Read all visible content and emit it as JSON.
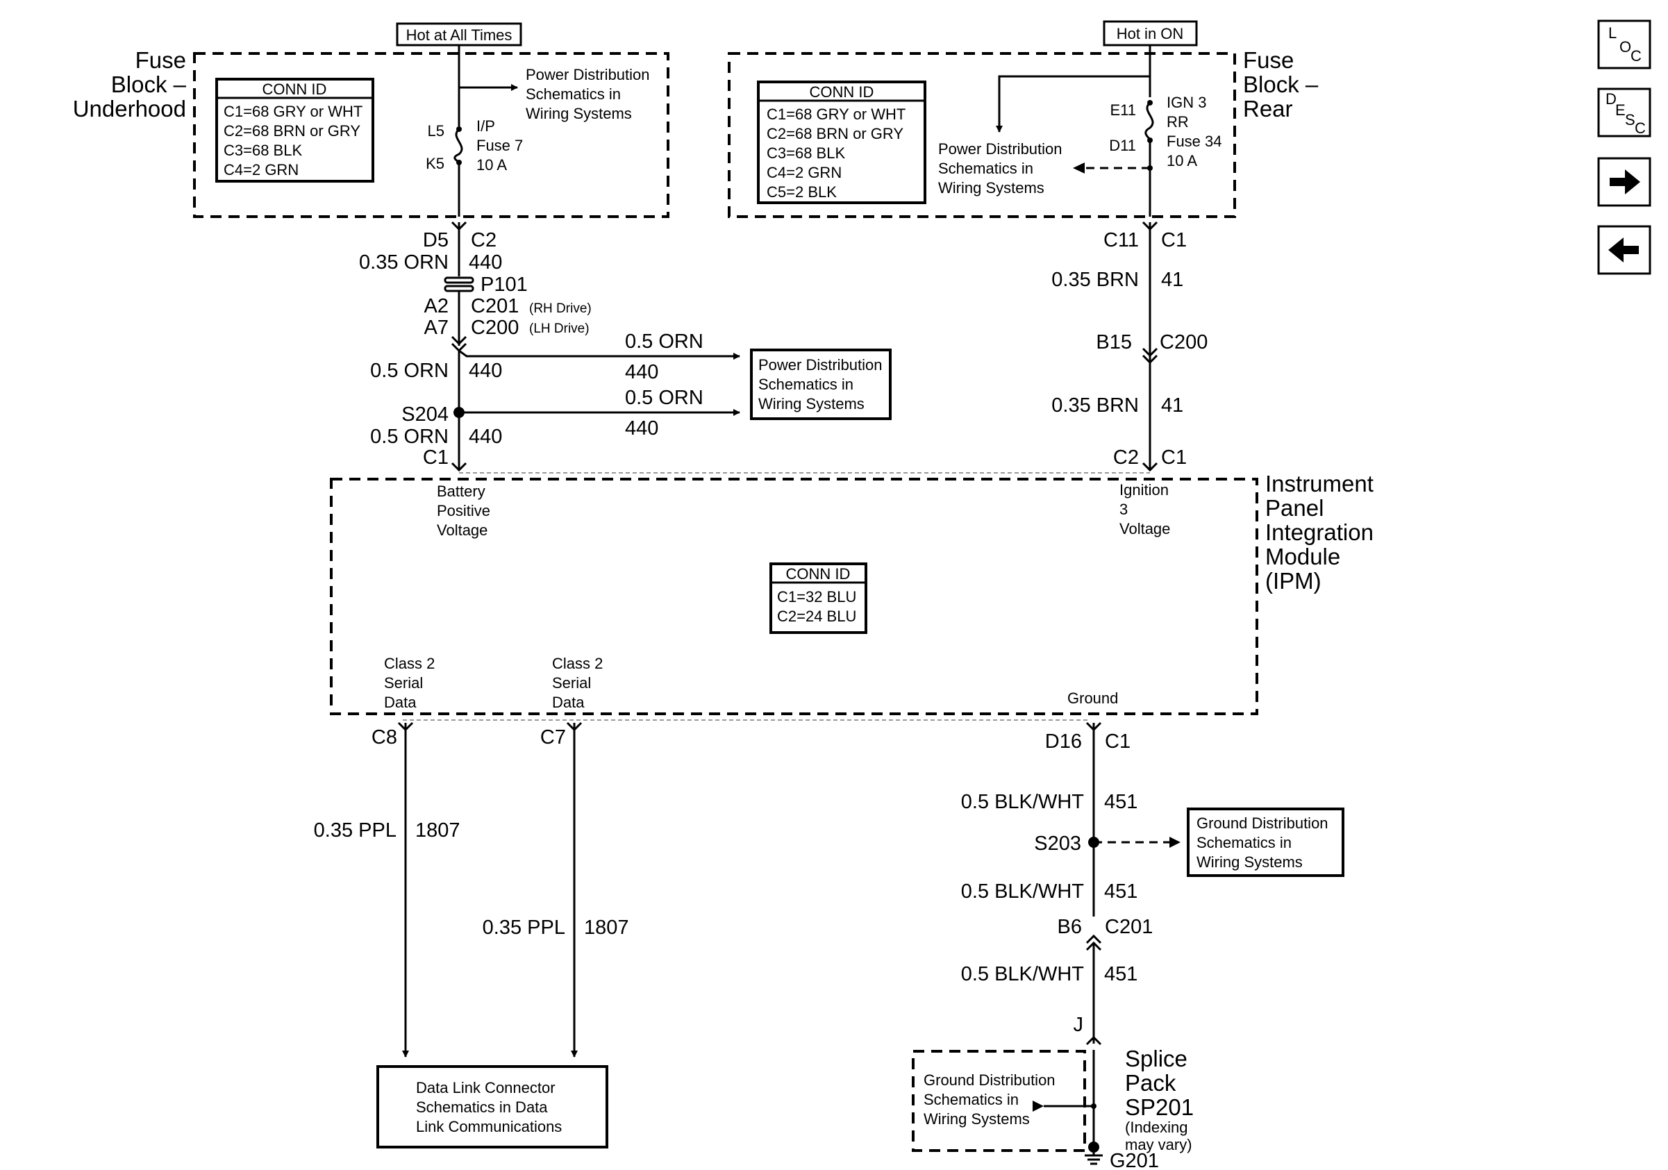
{
  "power": {
    "hot_all_times": "Hot at All Times",
    "hot_in_on": "Hot in ON"
  },
  "fuse_block_underhood": {
    "title_lines": [
      "Fuse",
      "Block –",
      "Underhood"
    ],
    "conn_id_title": "CONN ID",
    "conn_id_lines": [
      "C1=68 GRY or WHT",
      "C2=68 BRN or GRY",
      "C3=68 BLK",
      "C4=2 GRN"
    ],
    "pd_lines": [
      "Power Distribution",
      "Schematics in",
      "Wiring Systems"
    ],
    "pin_top": "L5",
    "pin_bottom": "K5",
    "fuse_lines": [
      "I/P",
      "Fuse 7",
      "10 A"
    ]
  },
  "fuse_block_rear": {
    "title_lines": [
      "Fuse",
      "Block –",
      "Rear"
    ],
    "conn_id_title": "CONN ID",
    "conn_id_lines": [
      "C1=68 GRY or WHT",
      "C2=68 BRN or GRY",
      "C3=68 BLK",
      "C4=2 GRN",
      "C5=2 BLK"
    ],
    "pd_lines": [
      "Power Distribution",
      "Schematics in",
      "Wiring Systems"
    ],
    "pin_top": "E11",
    "pin_bottom": "D11",
    "fuse_lines": [
      "IGN 3",
      "RR",
      "Fuse 34",
      "10 A"
    ]
  },
  "left_circuit": {
    "d5": "D5",
    "c2": "C2",
    "wire1": "0.35 ORN",
    "circuit1": "440",
    "p101": "P101",
    "a2": "A2",
    "c201": "C201",
    "rh": "(RH Drive)",
    "a7": "A7",
    "c200": "C200",
    "lh": "(LH Drive)",
    "branch1_wire": "0.5 ORN",
    "branch1_circuit": "440",
    "main_wire2": "0.5 ORN",
    "main_circuit2": "440",
    "s204": "S204",
    "branch2_wire": "0.5 ORN",
    "branch2_circuit": "440",
    "main_wire3": "0.5 ORN",
    "main_circuit3": "440",
    "c1": "C1",
    "pd_box_lines": [
      "Power Distribution",
      "Schematics in",
      "Wiring Systems"
    ]
  },
  "right_circuit": {
    "c11": "C11",
    "c1_top": "C1",
    "wire1": "0.35 BRN",
    "circuit1": "41",
    "b15": "B15",
    "c200": "C200",
    "wire2": "0.35 BRN",
    "circuit2": "41",
    "c2": "C2",
    "c1_bottom": "C1"
  },
  "ipm": {
    "title_lines": [
      "Instrument",
      "Panel",
      "Integration",
      "Module",
      "(IPM)"
    ],
    "batt_lines": [
      "Battery",
      "Positive",
      "Voltage"
    ],
    "ign_lines": [
      "Ignition",
      "3",
      "Voltage"
    ],
    "conn_id_title": "CONN ID",
    "conn_id_lines": [
      "C1=32 BLU",
      "C2=24 BLU"
    ],
    "class2_a_lines": [
      "Class 2",
      "Serial",
      "Data"
    ],
    "class2_b_lines": [
      "Class 2",
      "Serial",
      "Data"
    ],
    "ground": "Ground"
  },
  "data_circuits": {
    "c8": "C8",
    "c7": "C7",
    "wire_a": "0.35 PPL",
    "circuit_a": "1807",
    "wire_b": "0.35 PPL",
    "circuit_b": "1807",
    "dlc_lines": [
      "Data Link Connector",
      "Schematics in Data",
      "Link Communications"
    ]
  },
  "ground_circuit": {
    "d16": "D16",
    "c1": "C1",
    "wire1": "0.5 BLK/WHT",
    "circuit1": "451",
    "s203": "S203",
    "gd_box_lines": [
      "Ground Distribution",
      "Schematics in",
      "Wiring Systems"
    ],
    "wire2": "0.5 BLK/WHT",
    "circuit2": "451",
    "b6": "B6",
    "c201": "C201",
    "wire3": "0.5 BLK/WHT",
    "circuit3": "451",
    "j": "J",
    "splice_lines": [
      "Splice",
      "Pack",
      "SP201"
    ],
    "indexing_lines": [
      "(Indexing",
      "may vary)"
    ],
    "gd_lines": [
      "Ground Distribution",
      "Schematics in",
      "Wiring Systems"
    ],
    "g201": "G201"
  },
  "nav": {
    "loc": [
      "L",
      "O",
      "C"
    ],
    "desc": [
      "D",
      "E",
      "S",
      "C"
    ],
    "next_icon": "arrow-right-icon",
    "prev_icon": "arrow-left-icon"
  }
}
